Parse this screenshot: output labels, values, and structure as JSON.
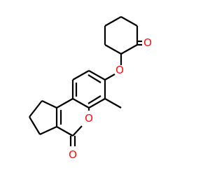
{
  "molecule": {
    "atom_labels": {
      "ketone_oxygen": "O",
      "ether_oxygen": "O",
      "ring_oxygen": "O",
      "lactone_carbonyl_oxygen": "O"
    },
    "colors": {
      "bond": "#000000",
      "oxygen": "#ff0d0d",
      "background": "#ffffff"
    }
  }
}
